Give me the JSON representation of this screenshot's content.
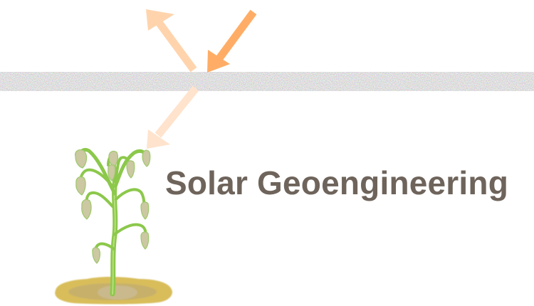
{
  "title": "Solar Geoengineering",
  "colors": {
    "title_text": "#6e645b",
    "incoming_arrow": "#ffad66",
    "reflected_arrow": "#ffd4ad",
    "transmitted_arrow": "#ffe3cc",
    "aerosol_layer_base": "#f4f2f6",
    "plant_stem": "#8cc84b",
    "plant_leaf": "#c8c8a0",
    "soil_outer": "#d8bd5a",
    "soil_inner": "#c7b06a",
    "soil_center": "#c9b98c"
  },
  "diagram": {
    "elements": [
      {
        "id": "incoming-sunlight-arrow",
        "description": "Incoming sunlight striking aerosol layer"
      },
      {
        "id": "reflected-sunlight-arrow",
        "description": "Sunlight reflected back upward"
      },
      {
        "id": "aerosol-layer",
        "description": "Stratospheric aerosol band"
      },
      {
        "id": "transmitted-sunlight-arrow",
        "description": "Reduced sunlight reaching the ground"
      },
      {
        "id": "wilting-plant",
        "description": "Wilting plant on soil patch"
      }
    ]
  }
}
